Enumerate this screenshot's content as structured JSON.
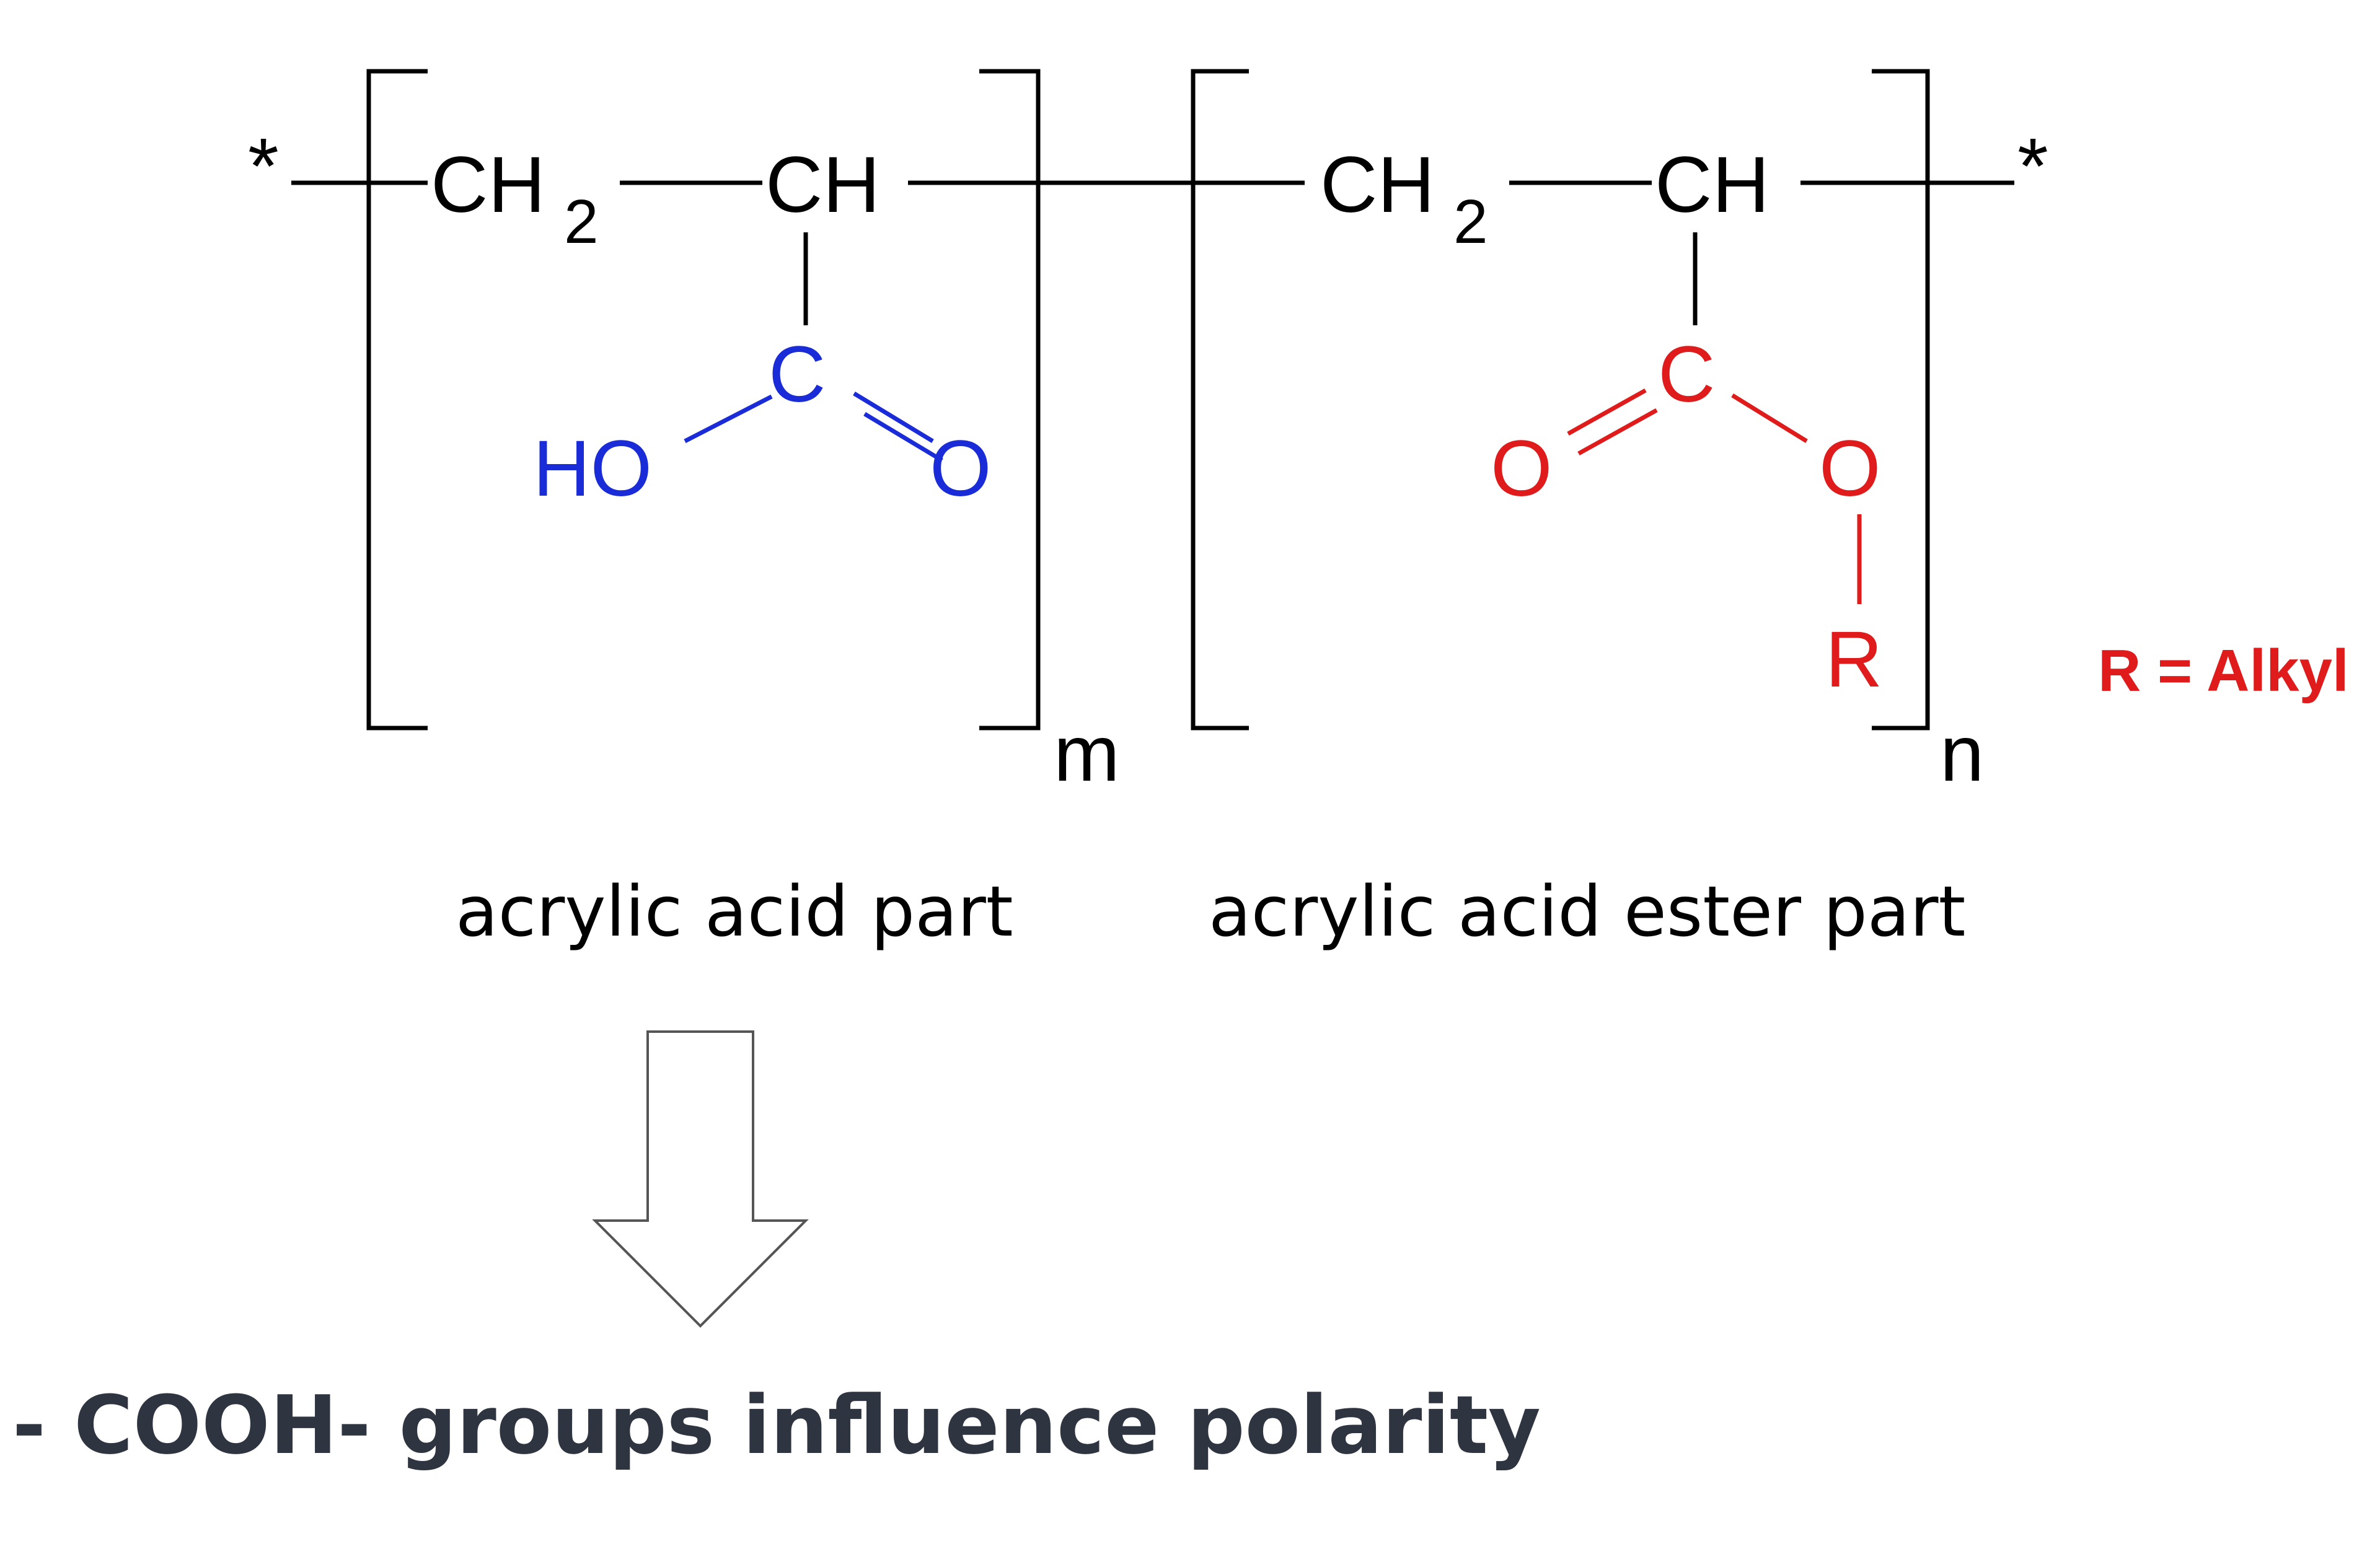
{
  "structure": {
    "end_left": "*",
    "end_right": "*",
    "acid_unit": {
      "backbone_ch2": "CH",
      "backbone_ch2_sub": "2",
      "backbone_ch": "CH",
      "carbonyl_c": "C",
      "hydroxyl": "HO",
      "carbonyl_o": "O",
      "repeat_index": "m"
    },
    "ester_unit": {
      "backbone_ch2": "CH",
      "backbone_ch2_sub": "2",
      "backbone_ch": "CH",
      "carbonyl_c": "C",
      "carbonyl_o": "O",
      "ester_o": "O",
      "alkyl": "R",
      "repeat_index": "n"
    },
    "r_definition": "R = Alkyl"
  },
  "captions": {
    "acid_part": "acrylic acid part",
    "ester_part": "acrylic acid ester part"
  },
  "conclusion": "- COOH- groups influence polarity",
  "colors": {
    "backbone": "#000000",
    "acid_group": "#1a2bd8",
    "ester_group": "#e01b1b",
    "conclusion_text": "#2e3440",
    "arrow_outline": "#555555"
  }
}
